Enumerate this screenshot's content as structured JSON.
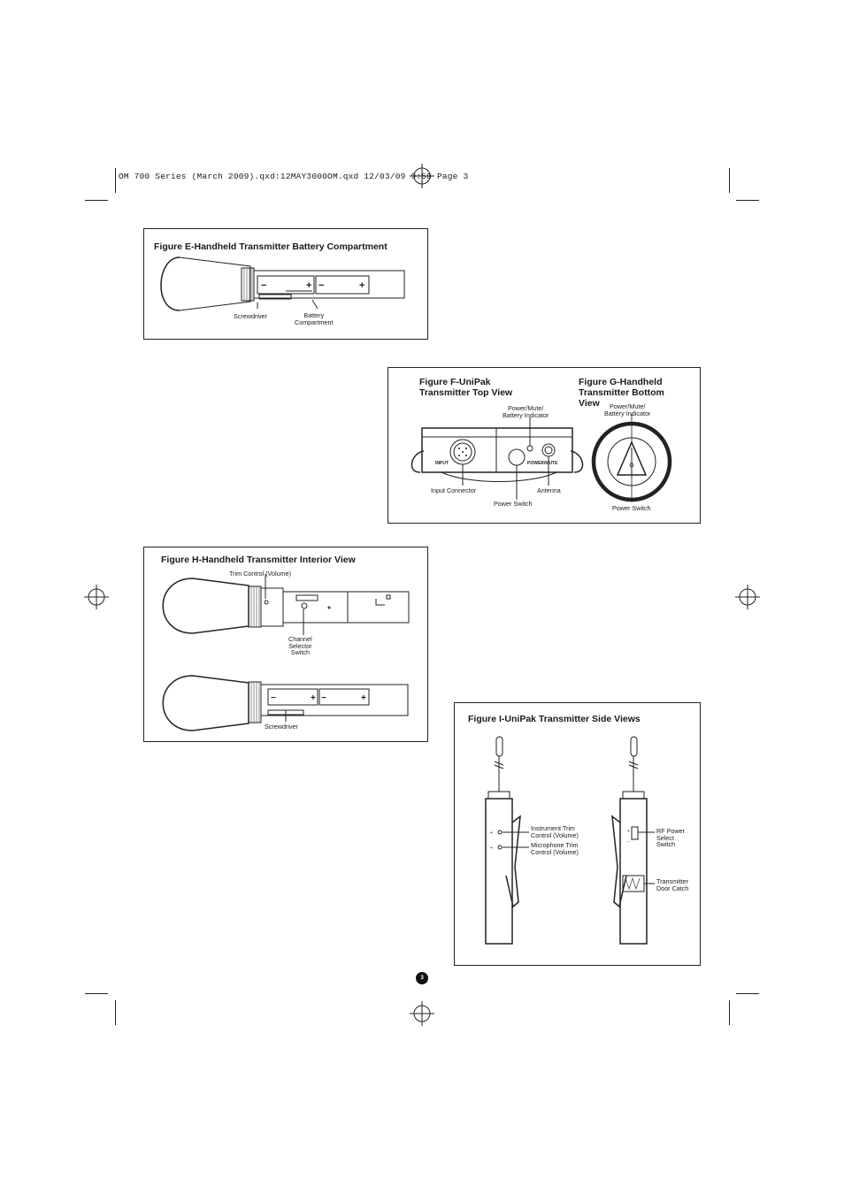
{
  "slug": "OM 700 Series (March 2009).qxd:12MAY3000OM.qxd  12/03/09  9:58  Page 3",
  "page_number": "3",
  "figure_e": {
    "title": "Figure E-Handheld Transmitter Battery Compartment",
    "labels": {
      "screwdriver": "Screwdriver",
      "battery_l1": "Battery",
      "battery_l2": "Compartment"
    }
  },
  "figure_f": {
    "title_l1": "Figure F-UniPak",
    "title_l2": "Transmitter Top View",
    "labels": {
      "indicator_l1": "Power/Mute/",
      "indicator_l2": "Battery Indicator",
      "input_connector": "Input Connector",
      "antenna": "Antenna",
      "power_switch": "Power Switch",
      "panel_input": "INPUT",
      "panel_power": "POWER/MUTE"
    }
  },
  "figure_g": {
    "title_l1": "Figure G-Handheld",
    "title_l2": "Transmitter Bottom",
    "title_l3": "View",
    "labels": {
      "indicator_l1": "Power/Mute/",
      "indicator_l2": "Battery Indicator",
      "power_switch": "Power Switch"
    }
  },
  "figure_h": {
    "title": "Figure H-Handheld Transmitter Interior View",
    "labels": {
      "trim": "Trim Control (Volume)",
      "channel_l1": "Channel",
      "channel_l2": "Selector",
      "channel_l3": "Switch",
      "screwdriver": "Screwdriver"
    }
  },
  "figure_i": {
    "title": "Figure I-UniPak Transmitter Side Views",
    "labels": {
      "instr_l1": "Instrument Trim",
      "instr_l2": "Control (Volume)",
      "mic_l1": "Microphone Trim",
      "mic_l2": "Control (Volume)",
      "rf_l1": "RF Power",
      "rf_l2": "Select",
      "rf_l3": "Switch",
      "door_l1": "Transmitter",
      "door_l2": "Door Catch"
    }
  }
}
